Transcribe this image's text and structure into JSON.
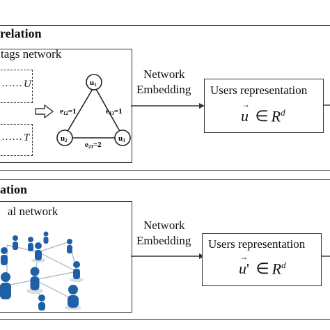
{
  "section1": {
    "title": "relation",
    "inner_label": "tags network",
    "left_u": "U",
    "left_t": "T",
    "dots1": "……",
    "dots2": "……",
    "arrow_label_line1": "Network",
    "arrow_label_line2": "Embedding",
    "rep_title": "Users representation",
    "rep_vec": "u",
    "rep_in": "∈",
    "rep_space": "R",
    "rep_exp": "d",
    "graph": {
      "nodes": [
        "u1",
        "u2",
        "u3"
      ],
      "node_labels": {
        "u1": "u",
        "u1_sub": "1",
        "u2": "u",
        "u2_sub": "2",
        "u3": "u",
        "u3_sub": "3"
      },
      "edges": [
        {
          "label": "e",
          "sub": "12",
          "val": "=1"
        },
        {
          "label": "e",
          "sub": "13",
          "val": "=1"
        },
        {
          "label": "e",
          "sub": "23",
          "val": "=2"
        }
      ]
    }
  },
  "section2": {
    "title": "ation",
    "inner_label": "al network",
    "arrow_label_line1": "Network",
    "arrow_label_line2": "Embedding",
    "rep_title": "Users representation",
    "rep_vec": "u",
    "rep_prime": "'",
    "rep_in": "∈",
    "rep_space": "R",
    "rep_exp": "d"
  },
  "colors": {
    "people": "#1f5fa8",
    "line": "#333333"
  }
}
